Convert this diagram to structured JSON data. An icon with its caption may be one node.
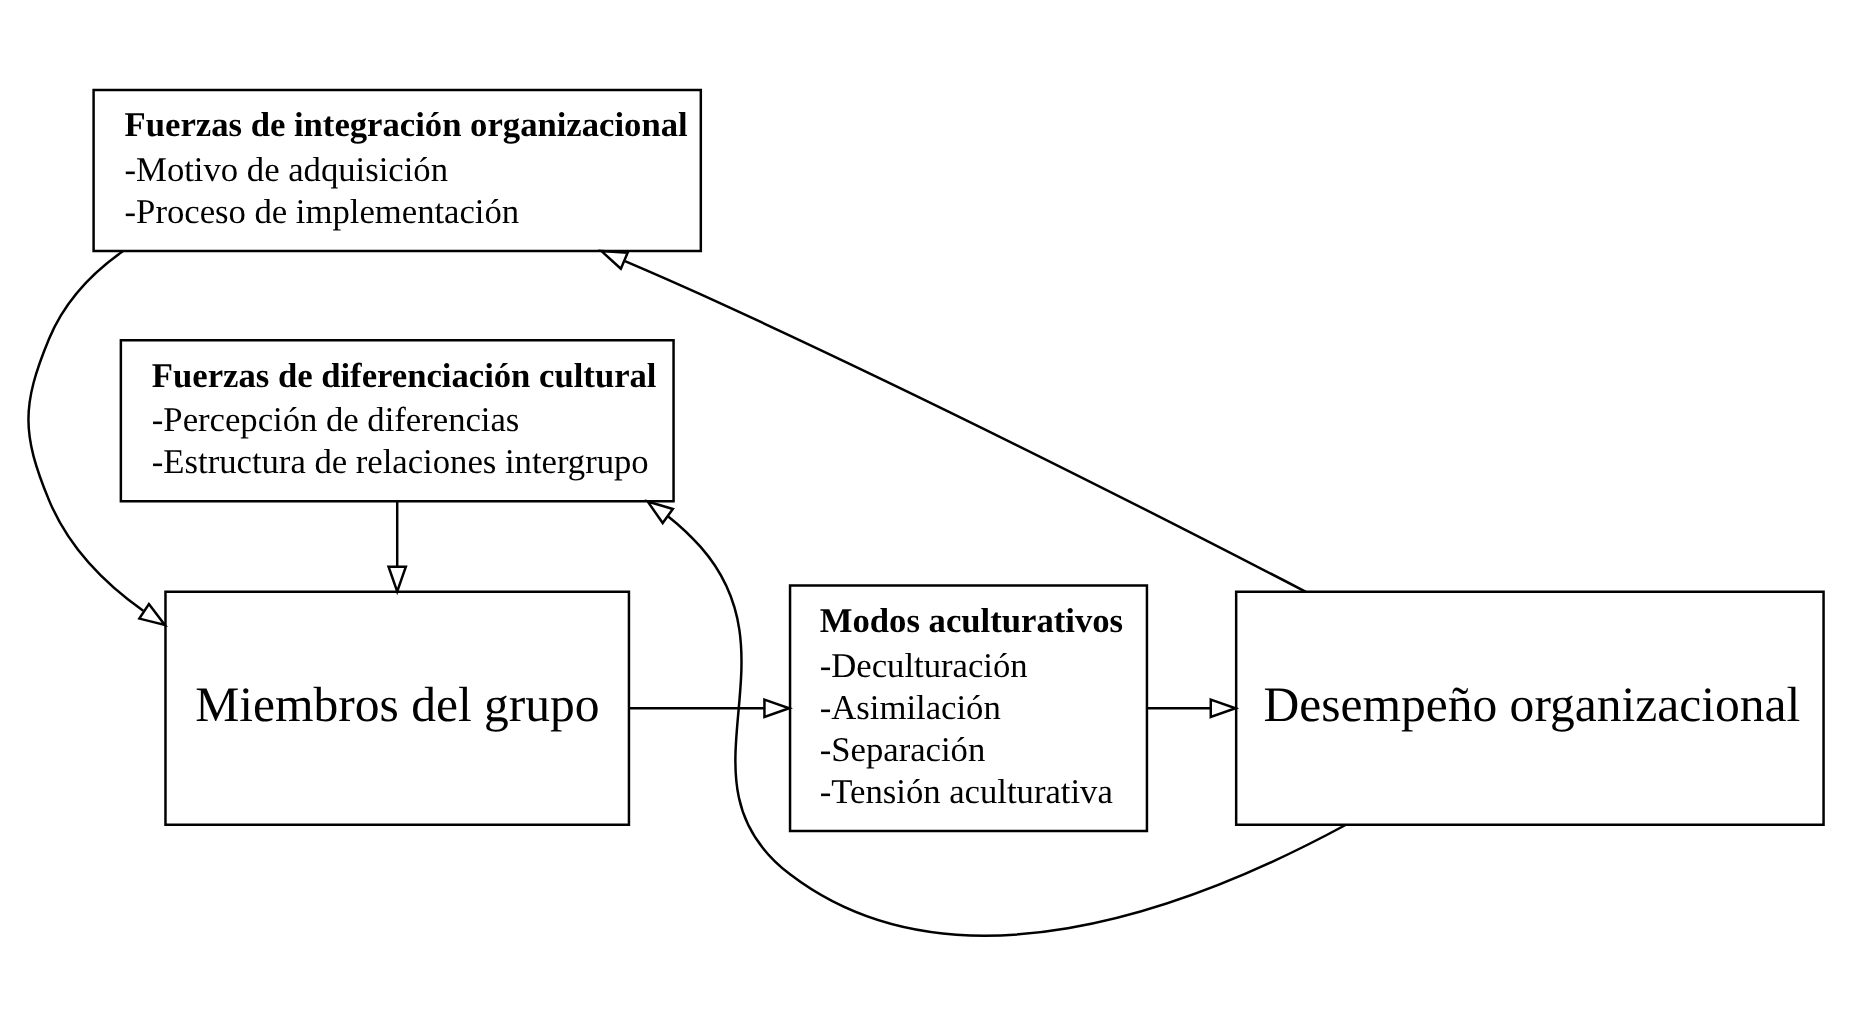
{
  "diagram": {
    "nodes": [
      {
        "text": [
          "Fuerzas de integración organizacional",
          "-Motivo de adquisición",
          "-Proceso de implementación"
        ]
      },
      {
        "text": [
          "Miembros del grupo"
        ]
      },
      {
        "text": [
          "Modos aculturativos",
          "-Deculturación",
          "-Asimilación",
          "-Separación",
          "-Tensión aculturativa"
        ]
      },
      {
        "text": [
          "Desempeño organizacional"
        ]
      },
      {
        "text": [
          "Fuerzas de diferenciación cultural",
          "-Percepción de diferencias",
          "-Estructura de relaciones intergrupo"
        ]
      }
    ],
    "edges": [
      {
        "from": 0,
        "to": 1,
        "arrow": "to"
      },
      {
        "from": 4,
        "to": 1,
        "arrow": "to"
      },
      {
        "from": 1,
        "to": 2,
        "arrow": "to"
      },
      {
        "from": 2,
        "to": 3,
        "arrow": "to"
      },
      {
        "from": 3,
        "to": 0,
        "arrow": "to"
      },
      {
        "from": 3,
        "to": 4,
        "arrow": "to"
      }
    ]
  }
}
